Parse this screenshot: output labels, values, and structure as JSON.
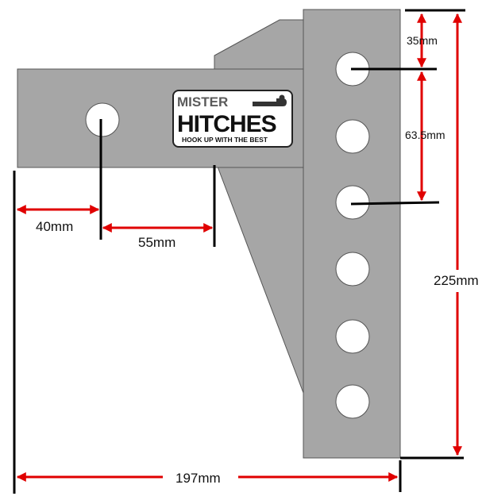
{
  "logo": {
    "top": "MISTER",
    "main": "HITCHES",
    "tagline": "HOOK UP WITH THE BEST"
  },
  "dimensions": {
    "hole_spacing_top": "35mm",
    "hole_spacing_mid": "63.5mm",
    "total_height": "225mm",
    "pin_offset": "40mm",
    "shank_gap": "55mm",
    "total_length": "197mm"
  },
  "colors": {
    "steel": "#a6a6a6",
    "outline": "#555555",
    "arrow": "#e00000",
    "line": "#000000"
  }
}
